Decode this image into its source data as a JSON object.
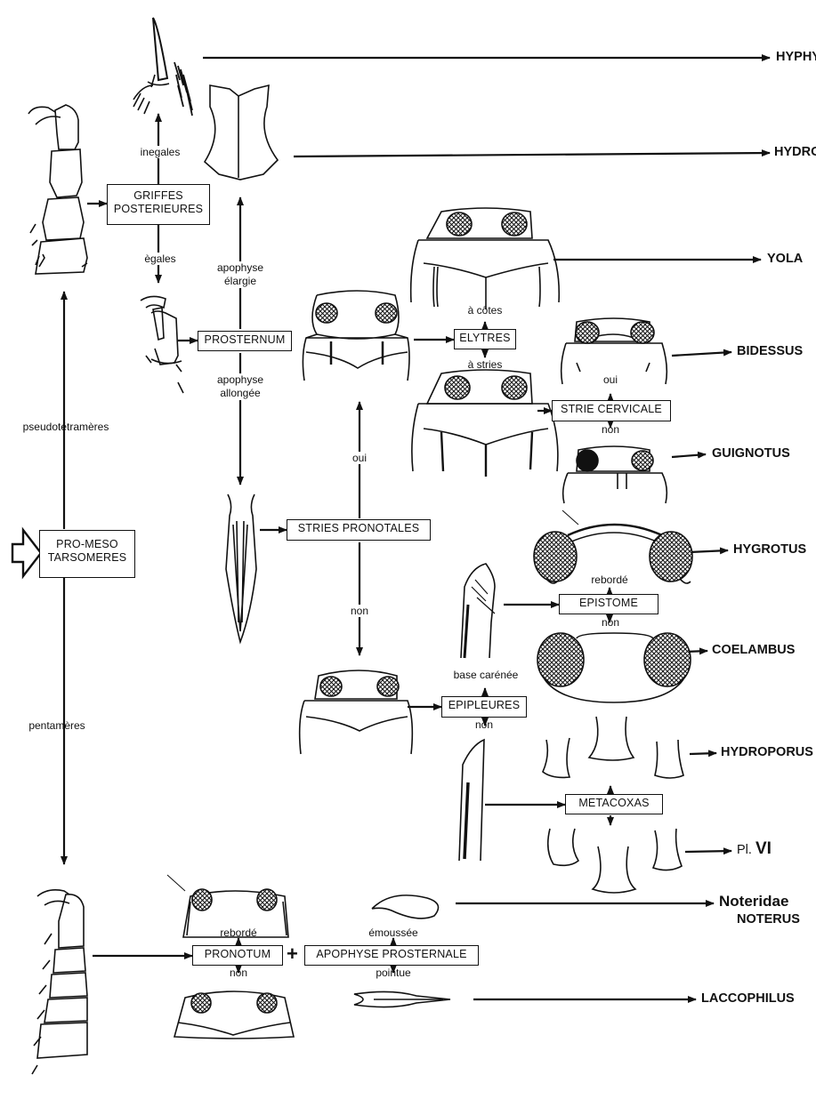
{
  "boxes": {
    "pro_meso": "PRO-MESO\nTARSOMERES",
    "griffes": "GRIFFES\nPOSTERIEURES",
    "prosternum": "PROSTERNUM",
    "stries_pronotales": "STRIES PRONOTALES",
    "elytres": "ELYTRES",
    "strie_cervicale": "STRIE CERVICALE",
    "epistome": "EPISTOME",
    "epipleures": "EPIPLEURES",
    "metacoxas": "METACOXAS",
    "pronotum": "PRONOTUM",
    "apophyse_prosternale": "APOPHYSE PROSTERNALE"
  },
  "labels": {
    "pseudotetrameres": "pseudotétramères",
    "pentameres": "pentamères",
    "inegales": "inegales",
    "egales": "ègales",
    "apophyse_elargie": "apophyse\nélargie",
    "apophyse_allongee": "apophyse\nallongée",
    "oui_stries": "oui",
    "non_stries": "non",
    "a_cotes": "à côtes",
    "a_stries": "à stries",
    "oui_cervicale": "oui",
    "non_cervicale": "non",
    "rebordé_epistome": "rebordé",
    "non_epistome": "non",
    "base_carenee": "base carénée",
    "non_epipleures": "non",
    "rebordé_pronotum": "rebordé",
    "non_pronotum": "non",
    "emoussee": "émoussée",
    "pointue": "pointue",
    "plus": "+"
  },
  "taxa": {
    "hyphydrus": "HYPHYDRUS",
    "hydrovatus": "HYDROVATUS",
    "yola": "YOLA",
    "bidessus": "BIDESSUS",
    "guignotus": "GUIGNOTUS",
    "hygrotus": "HYGROTUS",
    "coelambus": "COELAMBUS",
    "hydroporus": "HYDROPORUS",
    "pl_prefix": "Pl.",
    "pl_number": "VI",
    "noteridae": "Noteridae",
    "noterus": "NOTERUS",
    "laccophilus": "LACCOPHILUS"
  }
}
